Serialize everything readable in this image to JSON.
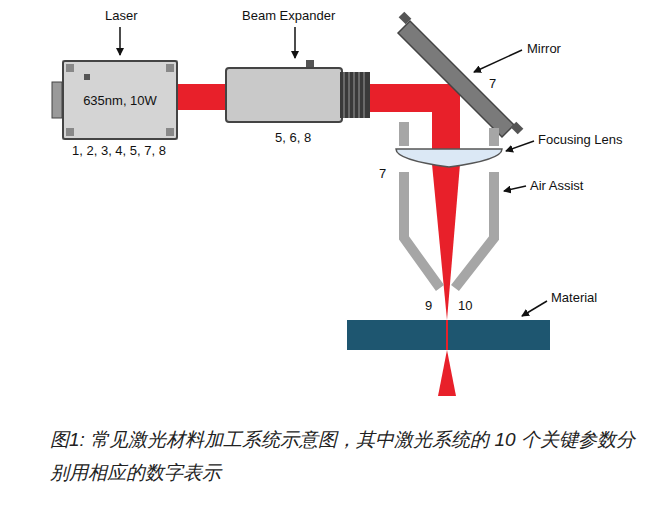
{
  "diagram": {
    "caption": "图1: 常见激光材料加工系统示意图，其中激光系统的 10 个关键参数分别用相应的数字表示",
    "nodes": [
      {
        "text": [
          "635nm, 10W"
        ]
      }
    ],
    "labels": [
      "Laser",
      "1, 2, 3, 4, 5, 7, 8",
      "Beam Expander",
      "5, 6, 8",
      "Mirror",
      "7",
      "Focusing Lens",
      "7",
      "Air Assist",
      "9",
      "10",
      "Material"
    ]
  }
}
